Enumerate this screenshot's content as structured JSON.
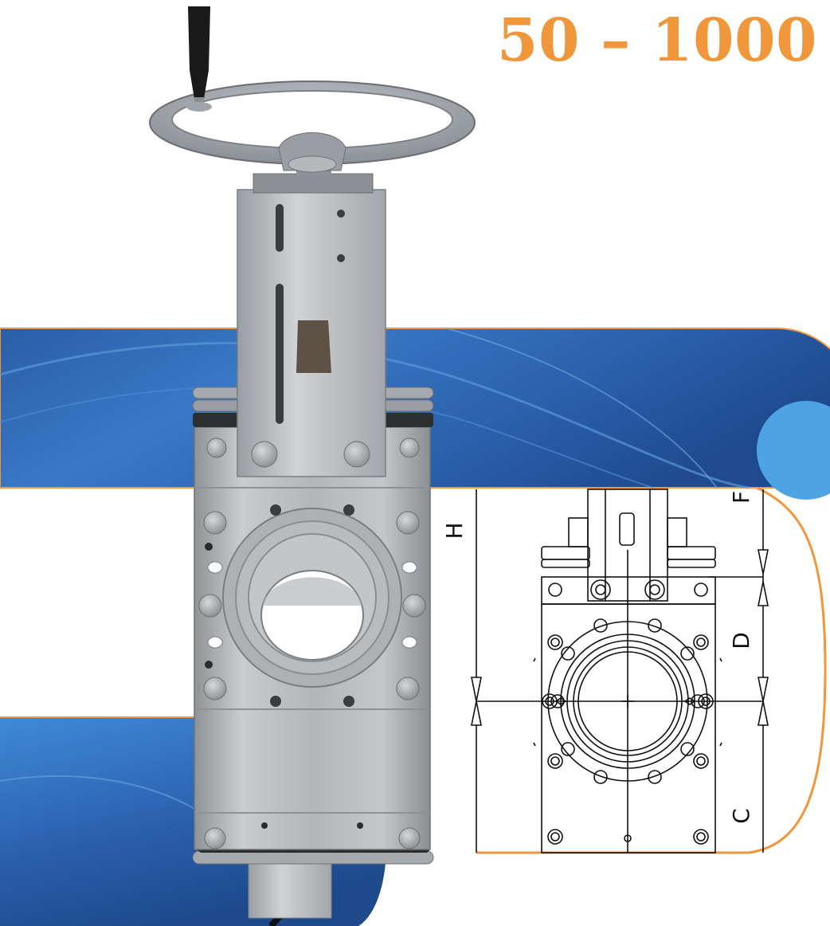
{
  "header": {
    "size_range": "50 – 1000"
  },
  "drawing": {
    "dimension_labels": {
      "h": "H",
      "d": "D",
      "c": "C",
      "f": "F"
    }
  },
  "colors": {
    "accent_orange": "#f0963b",
    "band_blue": "#2f67b8",
    "band_light_blue": "#4ea3e3",
    "valve_steel": "#b8bbbe",
    "handwheel": "#9ea3a7",
    "handle": "#1a1a1a",
    "drawing_line": "#111111"
  },
  "icons": {
    "product_photo": "knife-gate-valve-with-handwheel",
    "technical_drawing": "valve-dimension-drawing"
  }
}
